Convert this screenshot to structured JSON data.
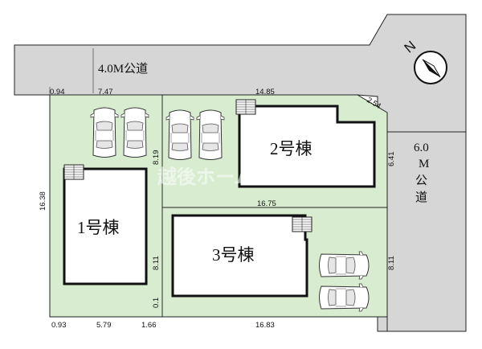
{
  "roads": {
    "north_label": "4.0M公道",
    "east_label_width": "6.0",
    "east_label_m": "M",
    "east_label_kou": "公",
    "east_label_dou": "道"
  },
  "buildings": {
    "b1": "1号棟",
    "b2": "2号棟",
    "b3": "3号棟"
  },
  "dimensions": {
    "top_left_offset": "0.94",
    "top_lot1_width": "7.47",
    "top_lot2_width": "14.85",
    "corner_cut": "2.54",
    "west_depth": "16.38",
    "lot2_depth_left": "8.19",
    "lot2_depth_right": "6.41",
    "mid_width": "16.75",
    "lot1_lower_depth": "8.11",
    "lot3_depth": "8.11",
    "small_gap": "0.1",
    "bottom_left_offset": "0.93",
    "bottom_lot1_width": "5.79",
    "bottom_gap": "1.66",
    "bottom_lot3_width": "16.83"
  },
  "compass": {
    "label": "N"
  },
  "watermark": "越後ホームズ",
  "colors": {
    "lot": "#d8ecd0",
    "road": "#d6d6d6",
    "line": "#222222"
  }
}
